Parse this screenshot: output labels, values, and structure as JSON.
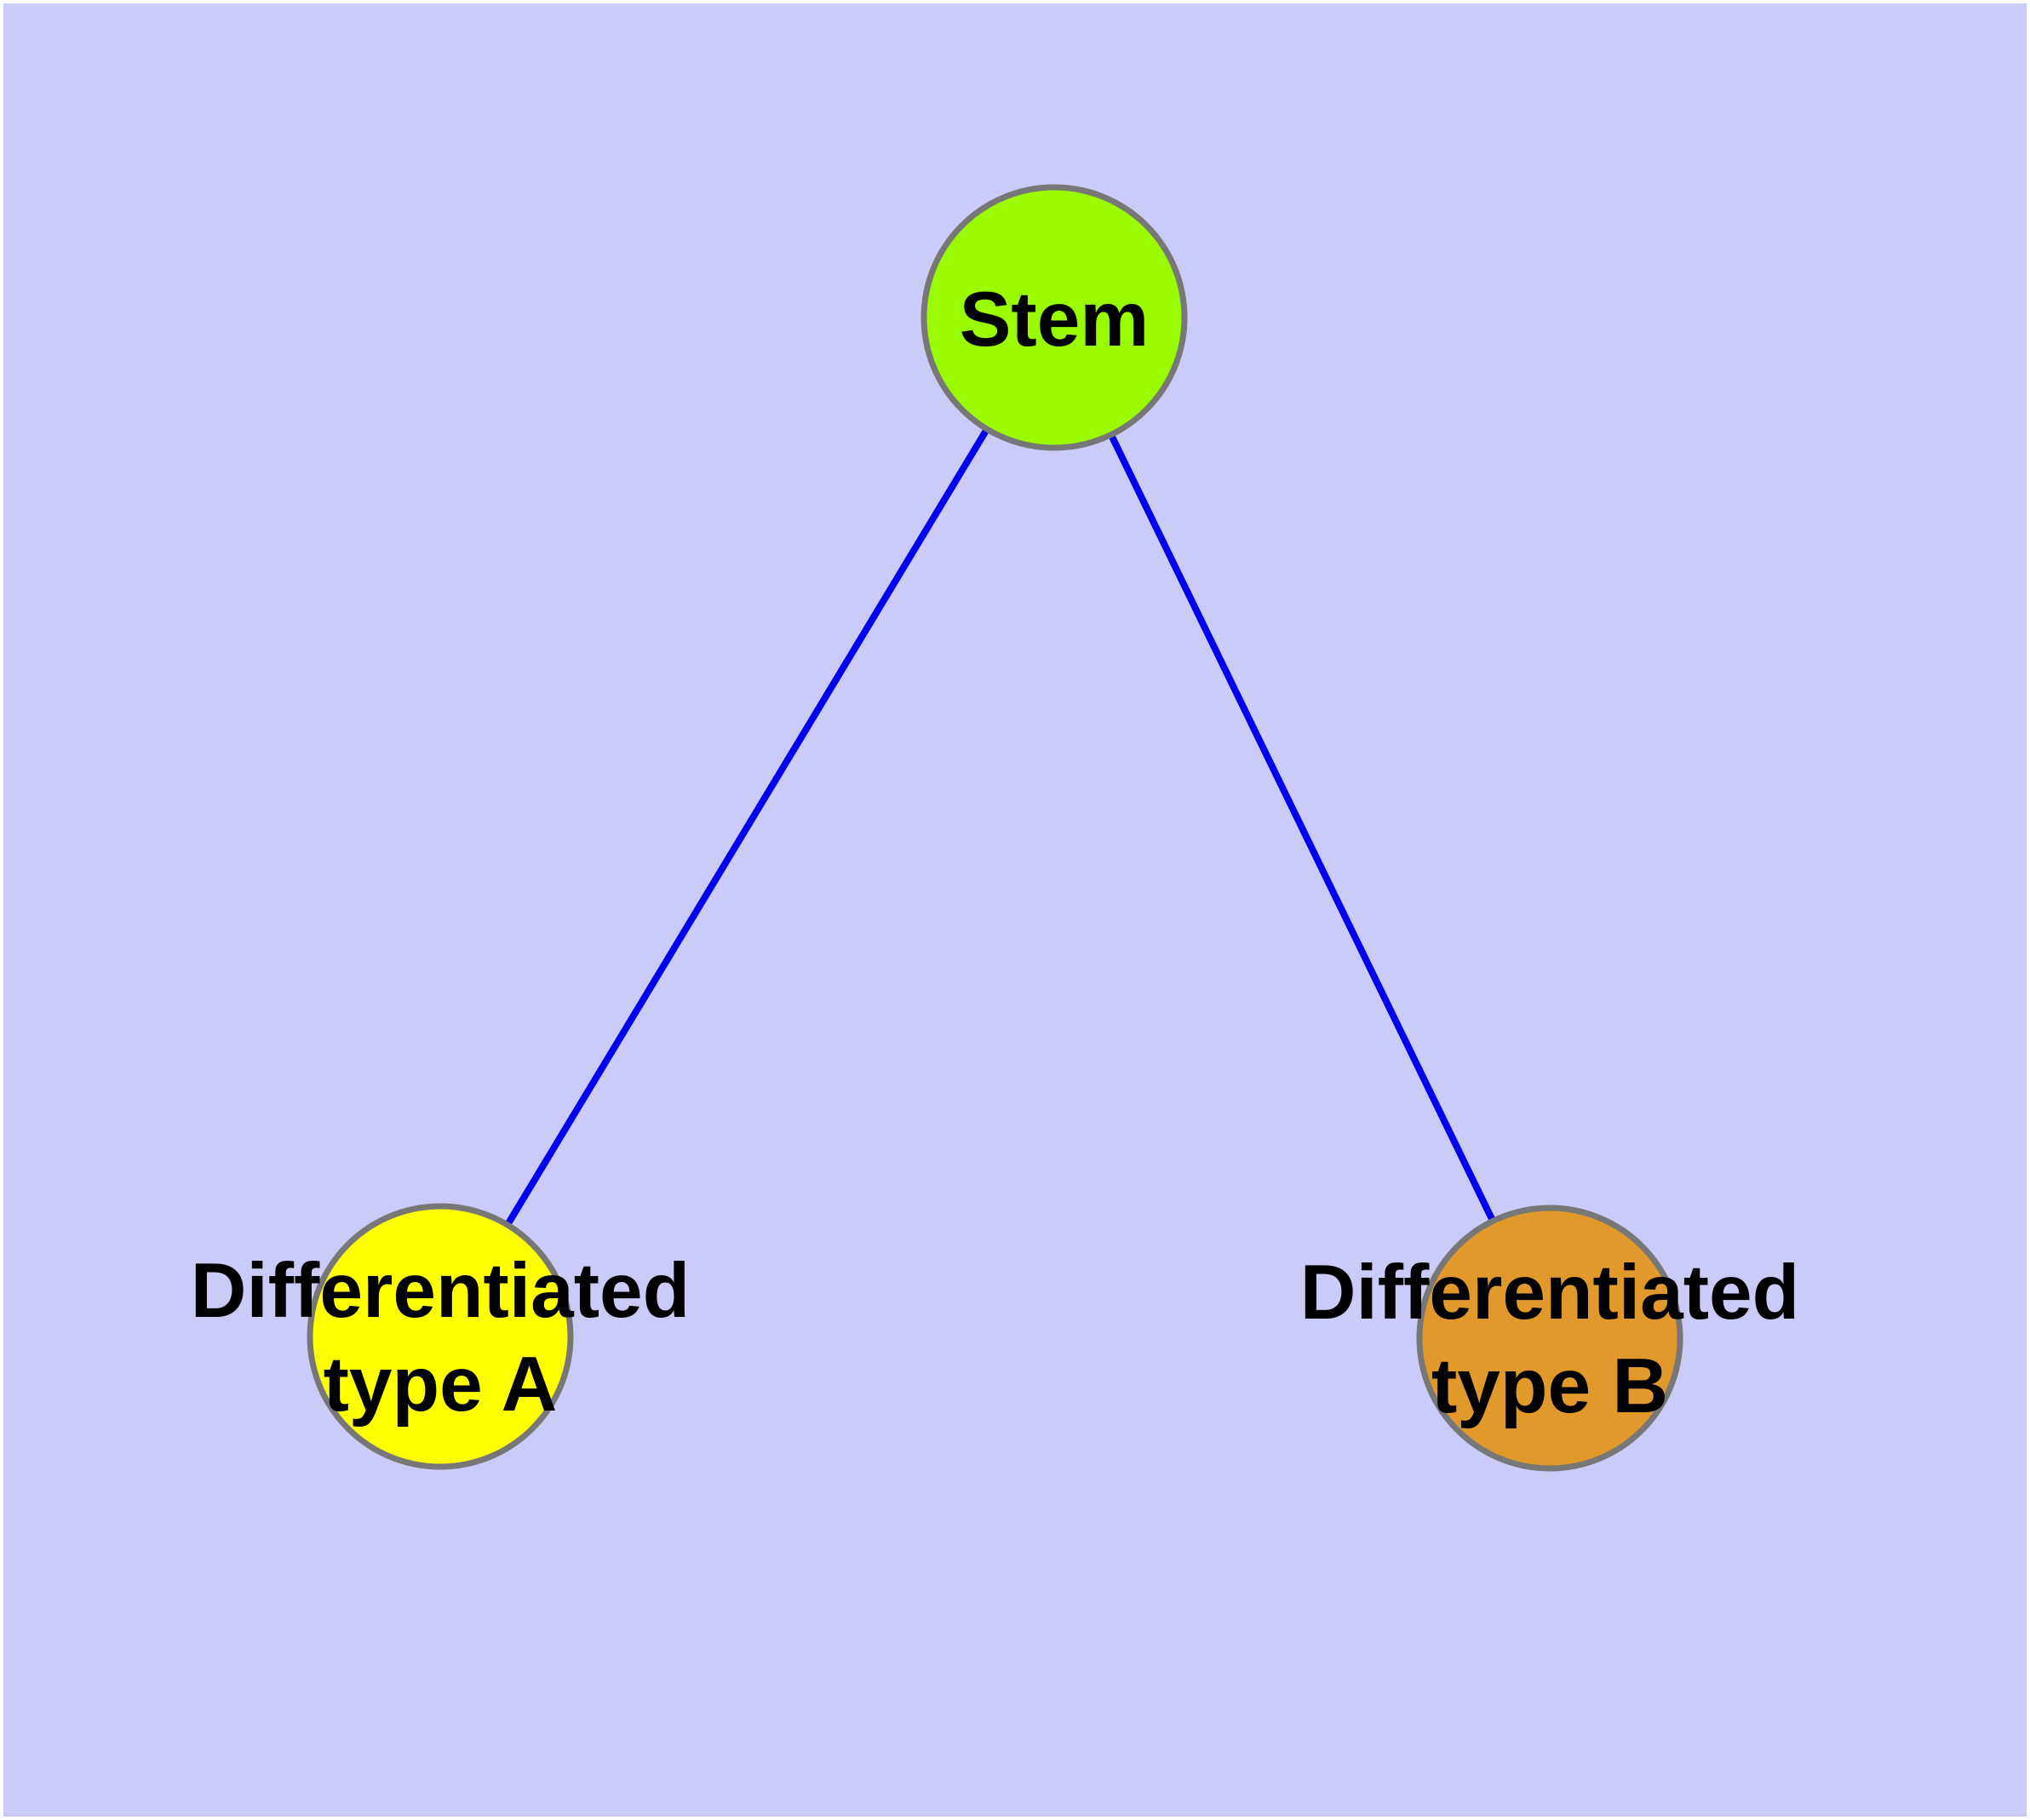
{
  "diagram": {
    "type": "graph",
    "description": "Stem cell differentiation graph with one parent node and two child nodes",
    "background_color": "#cbcbf7",
    "outer_frame_color": "#ffffff",
    "edge_color": "#0000ee",
    "node_border_color": "#777777",
    "label_color": "#000000",
    "nodes": [
      {
        "id": "stem",
        "label": "Stem",
        "label_lines": [
          "Stem"
        ],
        "fill_color": "#9afb00"
      },
      {
        "id": "differentiated-type-a",
        "label": "Differentiated type A",
        "label_lines": [
          "Differentiated",
          "type A"
        ],
        "fill_color": "#ffff00"
      },
      {
        "id": "differentiated-type-b",
        "label": "Differentiated type B",
        "label_lines": [
          "Differentiated",
          "type B"
        ],
        "fill_color": "#e2992b"
      }
    ],
    "edges": [
      {
        "from": "stem",
        "to": "differentiated-type-a"
      },
      {
        "from": "stem",
        "to": "differentiated-type-b"
      }
    ]
  }
}
